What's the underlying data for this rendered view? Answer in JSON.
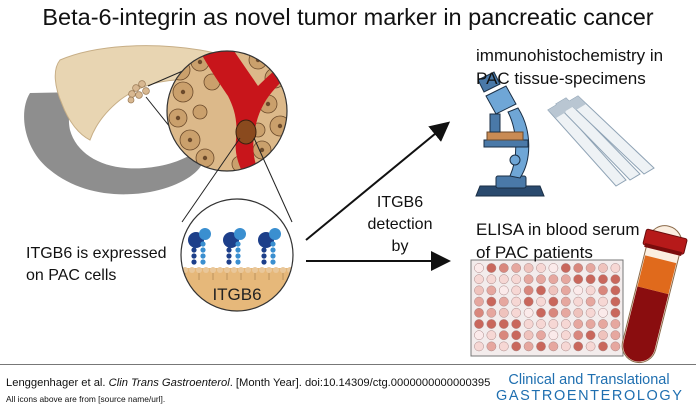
{
  "title": "Beta-6-integrin as novel tumor marker in pancreatic cancer",
  "ihc": {
    "line1": "immunohistochemistry in",
    "line2": "PAC tissue-specimens"
  },
  "detection": {
    "line1": "ITGB6",
    "line2": "detection",
    "line3": "by"
  },
  "elisa": {
    "line1": "ELISA in blood serum",
    "line2": "of PAC patients"
  },
  "expression": {
    "line1": "ITGB6 is expressed",
    "line2": "on PAC cells"
  },
  "cell_label": "ITGB6",
  "footer": {
    "authors": "Lenggenhager et al.",
    "journal_abbrev": "Clin Trans Gastroenterol",
    "rest": ". [Month Year]. doi:10.14309/ctg.0000000000000395",
    "source_note": "All icons above are from [source name/url].",
    "journal_line1": "Clinical and Translational",
    "journal_line2": "GASTROENTEROLOGY"
  },
  "colors": {
    "journal_blue": "#1f6fb0",
    "vessel_red": "#c8151b",
    "tissue_tan": "#d9b37a",
    "pancreas": "#e7d3b0"
  },
  "icons": [
    "pancreas-illustration",
    "tissue-magnification",
    "cell-membrane-integrin",
    "microscope-icon",
    "glass-slides-icon",
    "elisa-plate-icon",
    "blood-tube-icon"
  ]
}
